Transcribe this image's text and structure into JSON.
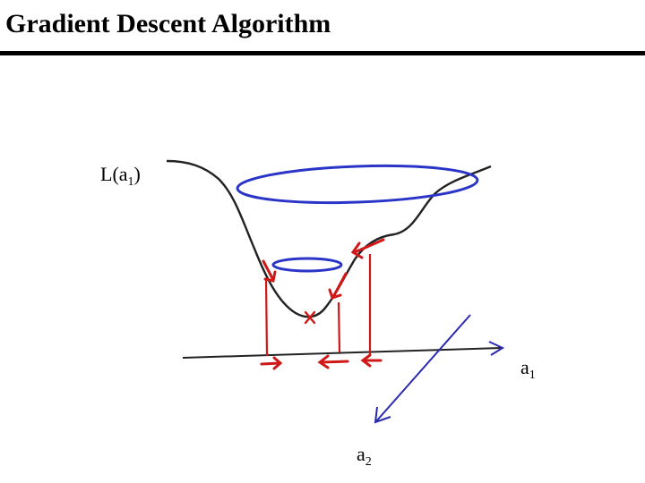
{
  "slide": {
    "title": "Gradient Descent Algorithm"
  },
  "labels": {
    "loss": {
      "prefix": "L(a",
      "sub": "1",
      "suffix": ")"
    },
    "axis_a1": {
      "base": "a",
      "sub": "1"
    },
    "axis_a2": {
      "base": "a",
      "sub": "2"
    }
  },
  "colors": {
    "curve": "#222222",
    "axis": "#222222",
    "contour": "#2a35c8",
    "descent": "#d01818",
    "a2_axis": "#2a2ab0"
  },
  "icons": [
    "minimum-x-marker",
    "gradient-step-arrow",
    "axis-arrowhead"
  ]
}
